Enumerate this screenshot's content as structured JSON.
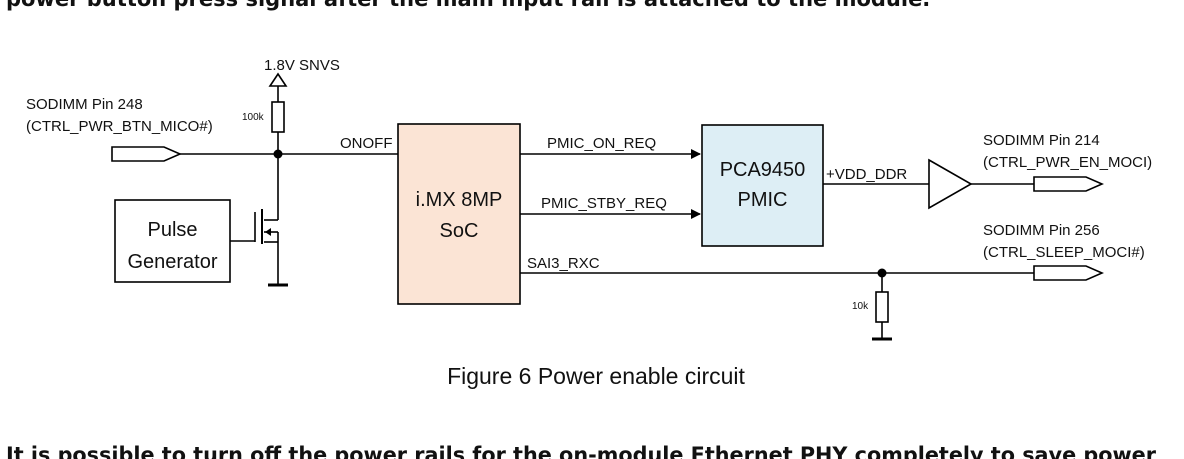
{
  "paragraph_top": "power button press signal after the main input rail is attached to the module.",
  "paragraph_bottom": "It is possible to turn off the power rails for the on-module Ethernet PHY completely to save power",
  "caption": "Figure 6 Power enable circuit",
  "diagram": {
    "supply_label": "1.8V SNVS",
    "pullup_resistor": "100k",
    "pulldown_resistor": "10k",
    "input_pin_line1": "SODIMM Pin 248",
    "input_pin_line2": "(CTRL_PWR_BTN_MICO#)",
    "pulse_line1": "Pulse",
    "pulse_line2": "Generator",
    "onoff_label": "ONOFF",
    "soc_line1": "i.MX 8MP",
    "soc_line2": "SoC",
    "pmic_on_req": "PMIC_ON_REQ",
    "pmic_stby_req": "PMIC_STBY_REQ",
    "sai3_rxc": "SAI3_RXC",
    "pmic_line1": "PCA9450",
    "pmic_line2": "PMIC",
    "vdd_ddr": "+VDD_DDR",
    "out1_line1": "SODIMM Pin 214",
    "out1_line2": "(CTRL_PWR_EN_MOCI)",
    "out2_line1": "SODIMM Pin 256",
    "out2_line2": "(CTRL_SLEEP_MOCI#)"
  },
  "colors": {
    "soc_fill": "#fbe4d5",
    "pmic_fill": "#ddeef5"
  }
}
